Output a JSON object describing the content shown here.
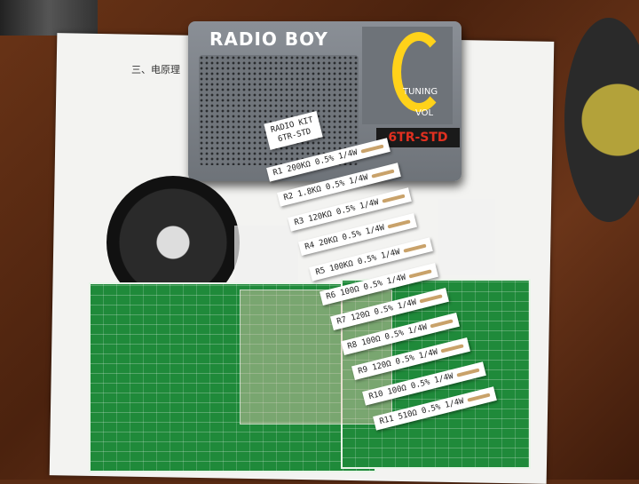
{
  "radio": {
    "brand": "RADIO BOY",
    "model_sticker": "6TR-STD",
    "dial_labels": {
      "tuning": "TUNING",
      "volume": "VOL"
    }
  },
  "kit_label": {
    "line1": "RADIO KIT",
    "line2": "6TR-STD"
  },
  "resistor_strips": [
    {
      "text": "R1  200KΩ 0.5% 1/4W"
    },
    {
      "text": "R2  1.8KΩ 0.5% 1/4W"
    },
    {
      "text": "R3  120KΩ 0.5% 1/4W"
    },
    {
      "text": "R4  20KΩ 0.5% 1/4W"
    },
    {
      "text": "R5  100KΩ 0.5% 1/4W"
    },
    {
      "text": "R6  100Ω 0.5% 1/4W"
    },
    {
      "text": "R7  120Ω 0.5% 1/4W"
    },
    {
      "text": "R8  100Ω 0.5% 1/4W"
    },
    {
      "text": "R9  120Ω 0.5% 1/4W"
    },
    {
      "text": "R10  100Ω 0.5% 1/4W"
    },
    {
      "text": "R11  510Ω 0.5% 1/4W"
    }
  ],
  "schematic": {
    "heading": "三、电原理"
  }
}
